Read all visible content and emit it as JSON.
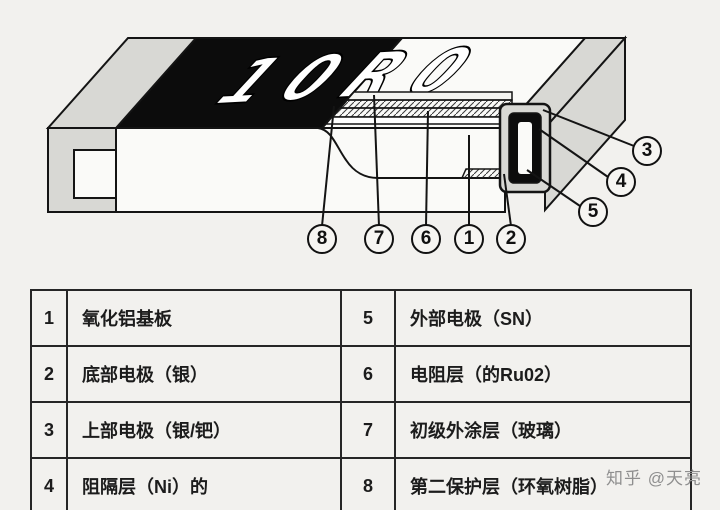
{
  "diagram": {
    "marking": "10R0",
    "callouts": [
      "1",
      "2",
      "3",
      "4",
      "5",
      "6",
      "7",
      "8"
    ]
  },
  "table": {
    "rows": [
      {
        "left_num": "1",
        "left_desc": "氧化铝基板",
        "right_num": "5",
        "right_desc": "外部电极（SN）"
      },
      {
        "left_num": "2",
        "left_desc": "底部电极（银）",
        "right_num": "6",
        "right_desc": "电阻层（的Ru02）"
      },
      {
        "left_num": "3",
        "left_desc": "上部电极（银/钯）",
        "right_num": "7",
        "right_desc": "初级外涂层（玻璃）"
      },
      {
        "left_num": "4",
        "left_desc": "阻隔层（Ni）的",
        "right_num": "8",
        "right_desc": "第二保护层（环氧树脂）"
      }
    ]
  },
  "watermark": "知乎 @天亮",
  "colors": {
    "outline": "#141414",
    "body": "#fafaf8",
    "terminal": "#d8d8d4",
    "coating": "#0c0c0c",
    "background": "#f2f1ee"
  }
}
